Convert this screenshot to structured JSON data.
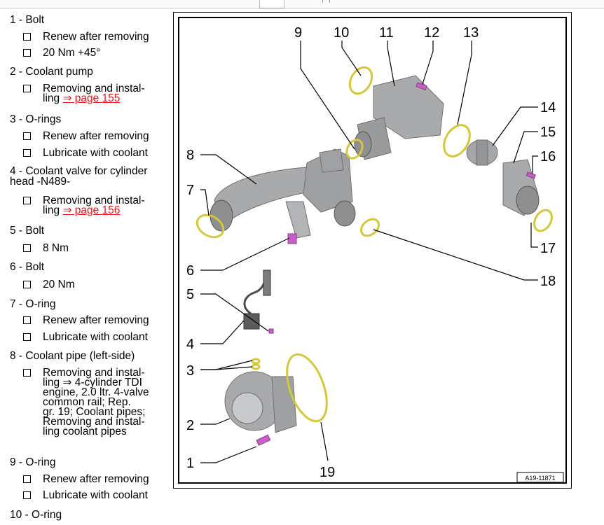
{
  "items": [
    {
      "title": "1 - Bolt",
      "subs": [
        {
          "text": "Renew after removing"
        },
        {
          "text": "20 Nm +45°"
        }
      ]
    },
    {
      "title": "2 - Coolant pump",
      "subs": [
        {
          "text": "Removing and instal-",
          "text2": "ling ",
          "link": "⇒ page 155"
        }
      ]
    },
    {
      "title": "3 - O-rings",
      "subs": [
        {
          "text": "Renew after removing"
        },
        {
          "text": "Lubricate with coolant"
        }
      ]
    },
    {
      "title": "4 - Coolant valve for cylinder",
      "title2": "head -N489-",
      "subs": [
        {
          "text": "Removing and instal-",
          "text2": "ling ",
          "link": "⇒ page 156"
        }
      ]
    },
    {
      "title": "5 - Bolt",
      "subs": [
        {
          "text": "8 Nm"
        }
      ]
    },
    {
      "title": "6 - Bolt",
      "subs": [
        {
          "text": "20 Nm"
        }
      ]
    },
    {
      "title": "7 - O-ring",
      "subs": [
        {
          "text": "Renew after removing"
        },
        {
          "text": "Lubricate with coolant"
        }
      ]
    },
    {
      "title": "8 - Coolant pipe (left-side)",
      "subs": [
        {
          "lines": [
            "Removing and instal-",
            "ling ⇒ 4-cylinder TDI",
            "engine, 2.0 ltr. 4-valve",
            "common rail; Rep.",
            "gr. 19; Coolant pipes;",
            "Removing and instal-",
            "ling coolant pipes"
          ]
        }
      ]
    },
    {
      "title": "9 - O-ring",
      "subs": [
        {
          "text": "Renew after removing"
        },
        {
          "text": "Lubricate with coolant"
        }
      ]
    },
    {
      "title": "10 - O-ring",
      "subs": []
    }
  ],
  "figure": {
    "callouts": [
      "1",
      "2",
      "3",
      "4",
      "5",
      "6",
      "7",
      "8",
      "9",
      "10",
      "11",
      "12",
      "13",
      "14",
      "15",
      "16",
      "17",
      "18",
      "19"
    ],
    "reference": "A19-11871",
    "colors": {
      "oring": "#d4c83a",
      "bolt": "#c85fc8",
      "part": "#a9aaac",
      "part_dark": "#6f7072"
    }
  }
}
